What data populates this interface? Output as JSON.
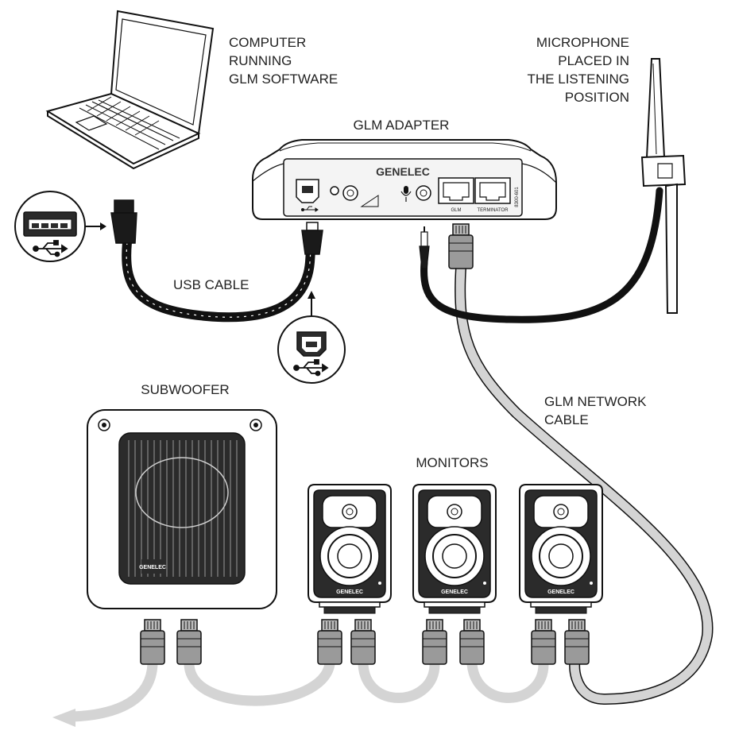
{
  "labels": {
    "computer": [
      "COMPUTER",
      "RUNNING",
      "GLM SOFTWARE"
    ],
    "microphone": [
      "MICROPHONE",
      "PLACED IN",
      "THE LISTENING",
      "POSITION"
    ],
    "adapter": "GLM ADAPTER",
    "usb_cable": "USB CABLE",
    "subwoofer": "SUBWOOFER",
    "network_cable": [
      "GLM NETWORK",
      "CABLE"
    ],
    "monitors": "MONITORS"
  },
  "adapter_panel": {
    "brand": "GENELEC",
    "glm_port": "GLM",
    "terminator_port": "TERMINATOR",
    "model": "8300-601"
  },
  "speaker_brand": "GENELEC",
  "colors": {
    "outline": "#111111",
    "network_cable": "#d4d4d4",
    "usb_cable": "#1a1a1a",
    "connector_fill": "#9a9a9a",
    "panel_fill": "#f4f4f4"
  }
}
